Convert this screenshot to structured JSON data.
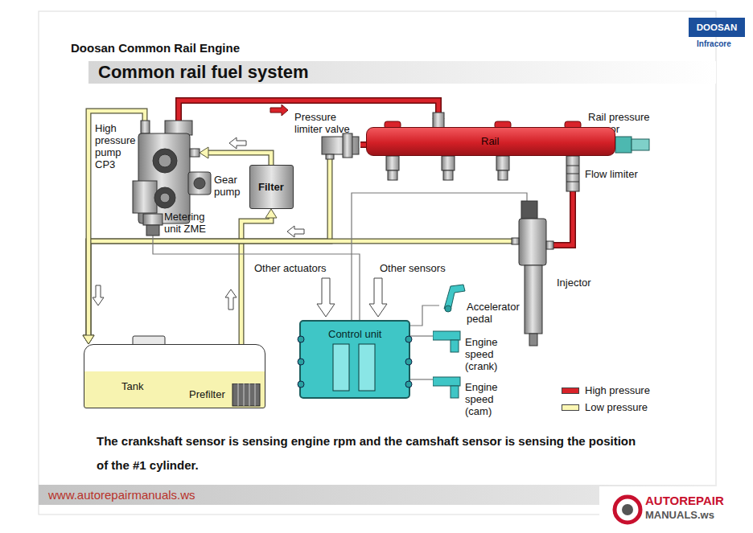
{
  "diagram": {
    "title": "Common rail fuel system",
    "caption": "The crankshaft sensor is sensing engine rpm and the camshaft sensor is sensing the position of the #1 cylinder.",
    "nodes": [
      {
        "text": [
          "High pressure pump CP3"
        ]
      },
      {
        "text": [
          "Filter"
        ]
      },
      {
        "text": [
          "Pressure limiter valve"
        ]
      },
      {
        "text": [
          "Rail"
        ]
      },
      {
        "text": [
          "Injector"
        ]
      },
      {
        "text": [
          "Control unit"
        ]
      },
      {
        "text": [
          "Accelerator pedal"
        ]
      },
      {
        "text": [
          "Engine speed (crank)"
        ]
      },
      {
        "text": [
          "Engine speed (cam)"
        ]
      },
      {
        "text": [
          "Tank"
        ]
      },
      {
        "text": [
          "Prefilter"
        ],
        "in": 9
      }
    ],
    "edges": [
      {
        "from": 0,
        "to": 3,
        "arrow": "to"
      },
      {
        "from": 3,
        "to": 4,
        "arrow": "none"
      },
      {
        "from": 1,
        "to": 0,
        "arrow": "to"
      },
      {
        "from": 10,
        "to": 1,
        "arrow": "to"
      },
      {
        "from": 2,
        "to": 9,
        "arrow": "to"
      },
      {
        "from": 4,
        "to": 9,
        "arrow": "to"
      },
      {
        "from": 0,
        "to": 9,
        "arrow": "to"
      },
      {
        "from": 6,
        "to": 5,
        "arrow": "none"
      },
      {
        "from": 7,
        "to": 5,
        "arrow": "none"
      },
      {
        "from": 8,
        "to": 5,
        "arrow": "none"
      },
      {
        "from": 5,
        "to": 4,
        "arrow": "none"
      },
      {
        "from": 5,
        "to": 0,
        "arrow": "none"
      },
      {
        "from": 3,
        "to": 2,
        "arrow": "none"
      }
    ],
    "labels": [
      "Doosan Common Rail Engine",
      "DOOSAN",
      "Infracore",
      "Gear pump",
      "Metering unit ZME",
      "Rail pressure sensor",
      "Flow limiter",
      "Other actuators",
      "Other sensors",
      "www.autorepairmanuals.ws",
      "AUTOREPAIR",
      "MANUALS.ws"
    ],
    "legend": [
      {
        "text": "High pressure",
        "color": "#d9232a"
      },
      {
        "text": "Low pressure",
        "color": "#fbf7b4"
      }
    ]
  }
}
